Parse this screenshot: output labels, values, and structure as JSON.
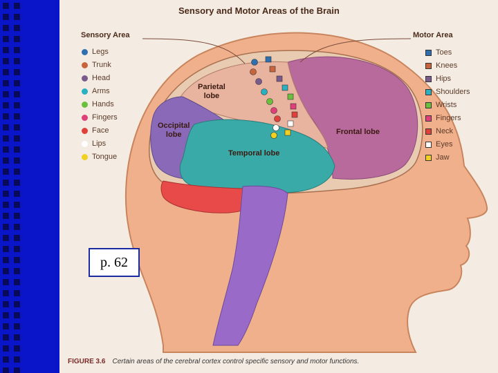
{
  "figure": {
    "title": "Sensory and Motor Areas of the Brain",
    "sensory_heading": "Sensory Area",
    "motor_heading": "Motor Area",
    "sensory_items": [
      {
        "label": "Legs",
        "color": "#2f6fb0"
      },
      {
        "label": "Trunk",
        "color": "#c8643c"
      },
      {
        "label": "Head",
        "color": "#7a5a8a"
      },
      {
        "label": "Arms",
        "color": "#2ab0c0"
      },
      {
        "label": "Hands",
        "color": "#6cbf3c"
      },
      {
        "label": "Fingers",
        "color": "#e0407a"
      },
      {
        "label": "Face",
        "color": "#e0403a"
      },
      {
        "label": "Lips",
        "color": "#ffffff"
      },
      {
        "label": "Tongue",
        "color": "#f0d020"
      }
    ],
    "motor_items": [
      {
        "label": "Toes",
        "color": "#2f6fb0"
      },
      {
        "label": "Knees",
        "color": "#c8643c"
      },
      {
        "label": "Hips",
        "color": "#7a5a8a"
      },
      {
        "label": "Shoulders",
        "color": "#2ab0c0"
      },
      {
        "label": "Wrists",
        "color": "#6cbf3c"
      },
      {
        "label": "Fingers",
        "color": "#e0407a"
      },
      {
        "label": "Neck",
        "color": "#e0403a"
      },
      {
        "label": "Eyes",
        "color": "#ffffff"
      },
      {
        "label": "Jaw",
        "color": "#f0d020"
      }
    ],
    "lobes": {
      "parietal": "Parietal\nlobe",
      "occipital": "Occipital\nlobe",
      "temporal": "Temporal lobe",
      "frontal": "Frontal lobe"
    },
    "caption_label": "FIGURE 3.6",
    "caption_text": "Certain areas of the cerebral cortex control specific sensory and motor functions."
  },
  "page_ref": "p. 62",
  "colors": {
    "sidebar": "#0a14c8",
    "skin": "#f0b08c",
    "frontal_lobe": "#b86a9c",
    "parietal_lobe": "#e8b4a0",
    "occipital_lobe": "#8a6ab8",
    "temporal_lobe": "#3aaaa8",
    "cerebellum": "#e84a4a",
    "brainstem": "#9a6ac8"
  }
}
